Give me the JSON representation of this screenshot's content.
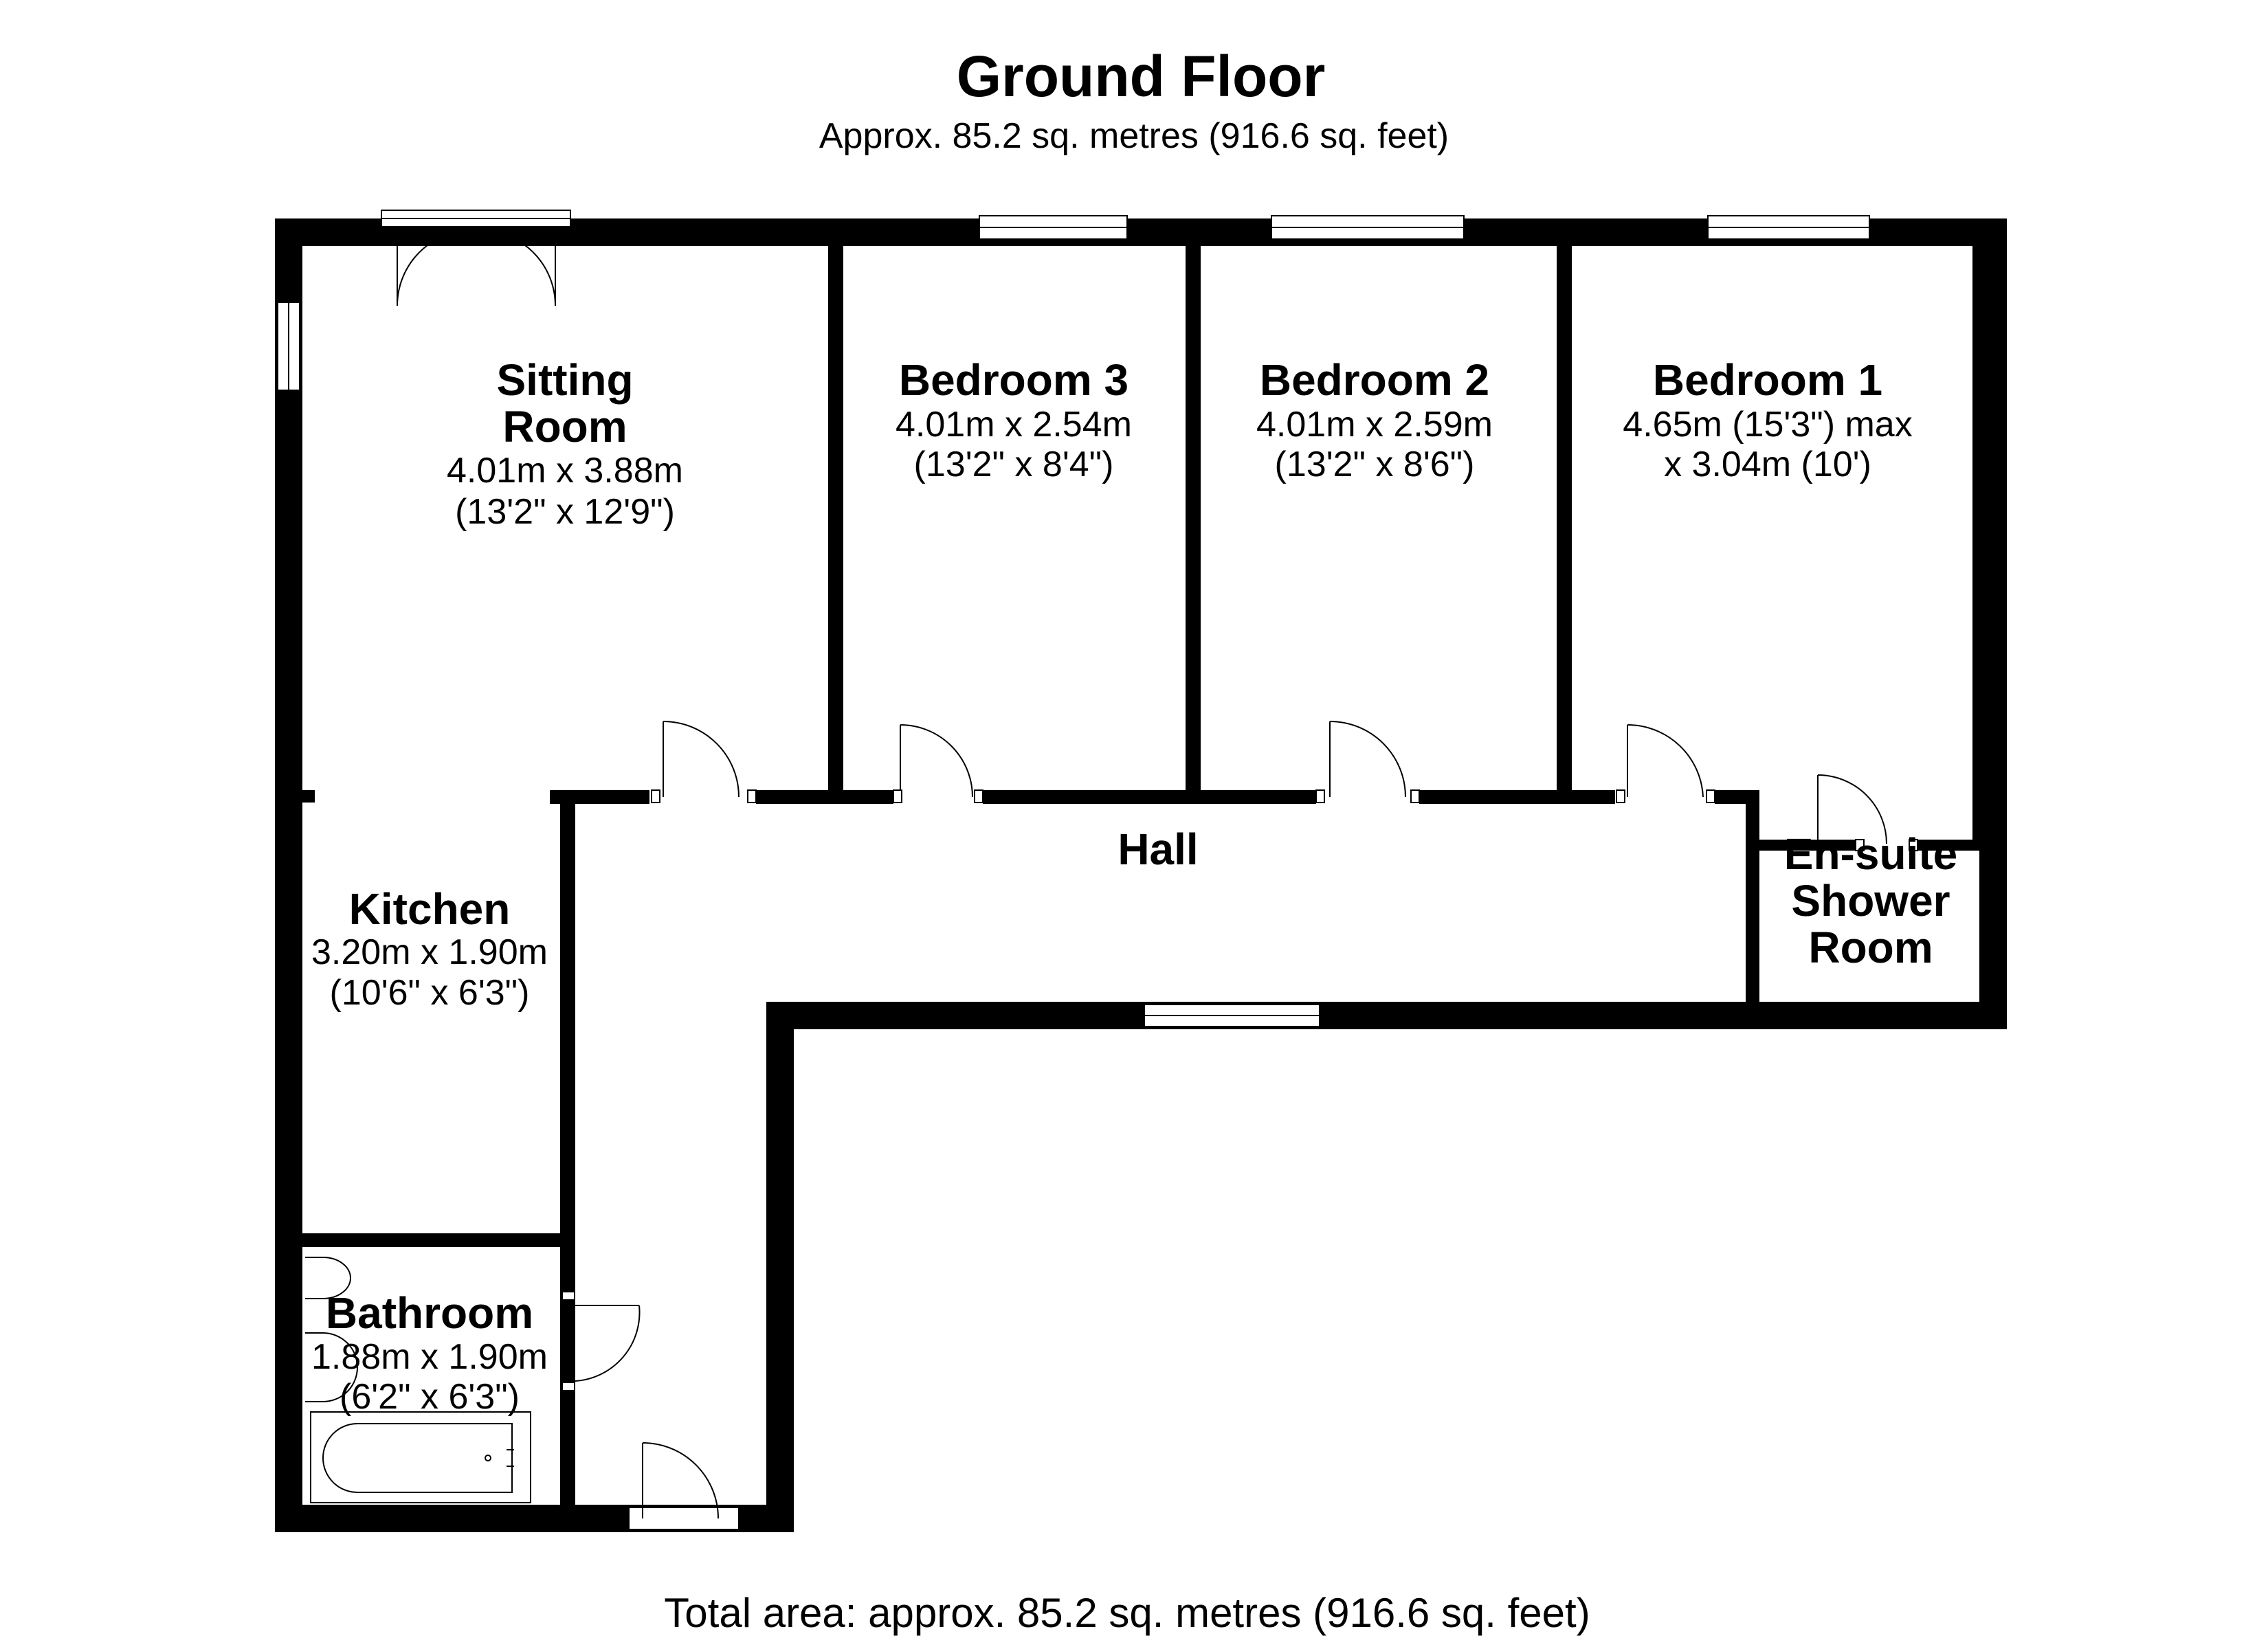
{
  "header": {
    "title": "Ground Floor",
    "subtitle": "Approx. 85.2 sq. metres (916.6 sq. feet)"
  },
  "rooms": {
    "sitting_room": {
      "name_line1": "Sitting",
      "name_line2": "Room",
      "dim_metric": "4.01m x 3.88m",
      "dim_imperial": "(13'2\" x 12'9\")"
    },
    "bedroom3": {
      "name": "Bedroom 3",
      "dim_metric": "4.01m x 2.54m",
      "dim_imperial": "(13'2\" x 8'4\")"
    },
    "bedroom2": {
      "name": "Bedroom 2",
      "dim_metric": "4.01m x 2.59m",
      "dim_imperial": "(13'2\" x 8'6\")"
    },
    "bedroom1": {
      "name": "Bedroom 1",
      "dim_line1": "4.65m (15'3\") max",
      "dim_line2": "x 3.04m (10')"
    },
    "hall": {
      "name": "Hall"
    },
    "ensuite": {
      "name_line1": "En-suite",
      "name_line2": "Shower",
      "name_line3": "Room"
    },
    "kitchen": {
      "name": "Kitchen",
      "dim_metric": "3.20m x 1.90m",
      "dim_imperial": "(10'6\" x 6'3\")"
    },
    "bathroom": {
      "name": "Bathroom",
      "dim_metric": "1.88m x 1.90m",
      "dim_imperial": "(6'2\" x 6'3\")"
    }
  },
  "footer": {
    "total_area": "Total area: approx. 85.2 sq. metres (916.6 sq. feet)"
  },
  "colors": {
    "walls": "#000000",
    "background": "#ffffff"
  }
}
